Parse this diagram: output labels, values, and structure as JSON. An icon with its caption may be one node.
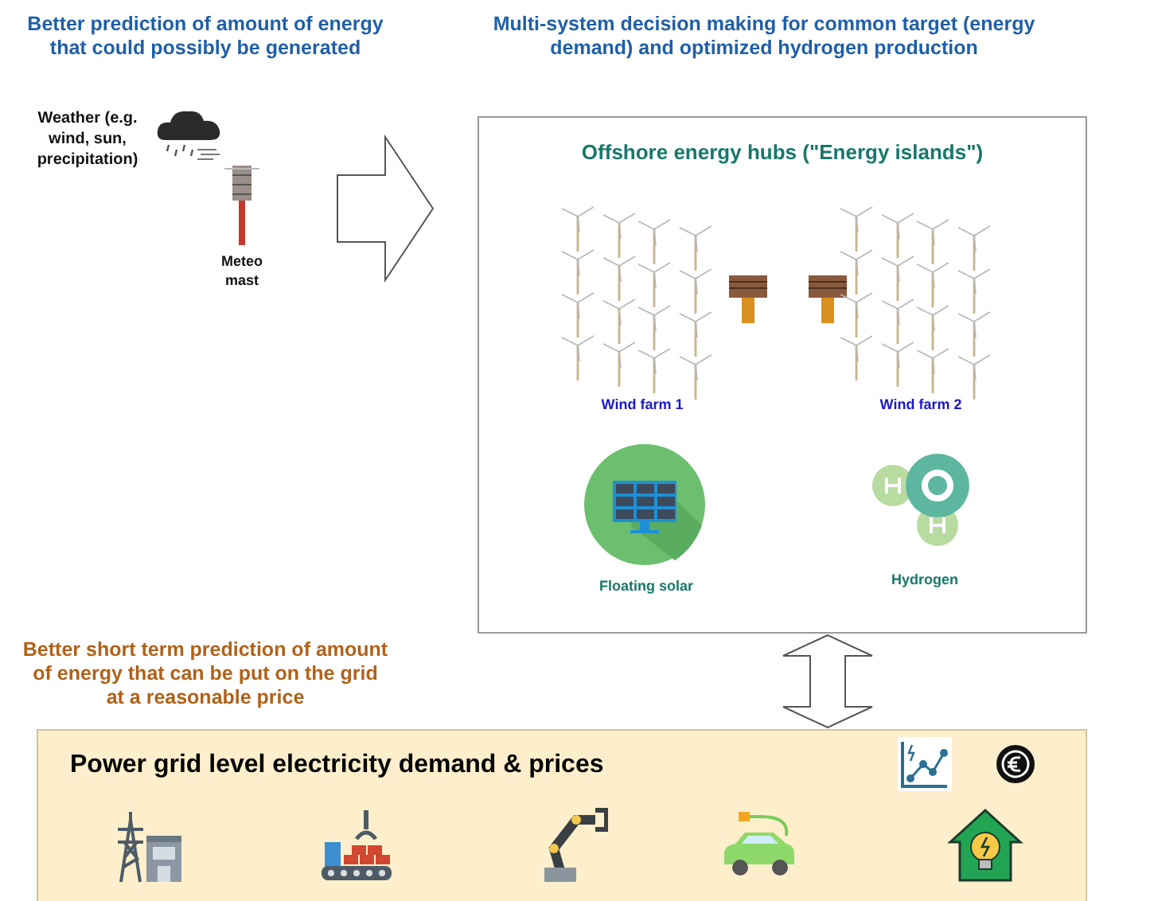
{
  "diagram": {
    "title": "Multi-system decision making for common target (energy demand) and optimized hydrogen production",
    "nodes": [
      {
        "text": [
          "Weather (e.g. wind, sun, precipitation)"
        ]
      },
      {
        "text": [
          "Meteo mast"
        ]
      },
      {
        "text": [
          "Offshore energy hubs (\"Energy islands\")"
        ]
      },
      {
        "text": [
          "Wind farm 1"
        ],
        "in": 2
      },
      {
        "text": [
          "Wind farm 2"
        ],
        "in": 2
      },
      {
        "text": [
          "Floating solar"
        ],
        "in": 2
      },
      {
        "text": [
          "Hydrogen"
        ],
        "in": 2
      },
      {
        "text": [
          "Power grid level electricity demand & prices"
        ]
      }
    ],
    "edges": [
      {
        "from": 1,
        "to": 2,
        "arrow": "to",
        "style": "thick"
      },
      {
        "from": 2,
        "to": 7,
        "arrow": "both",
        "style": "thick"
      }
    ],
    "labels": [
      "Better prediction of amount of energy that could possibly be generated",
      "Better short term prediction of amount of energy that can be put on the grid at a reasonable price"
    ]
  }
}
